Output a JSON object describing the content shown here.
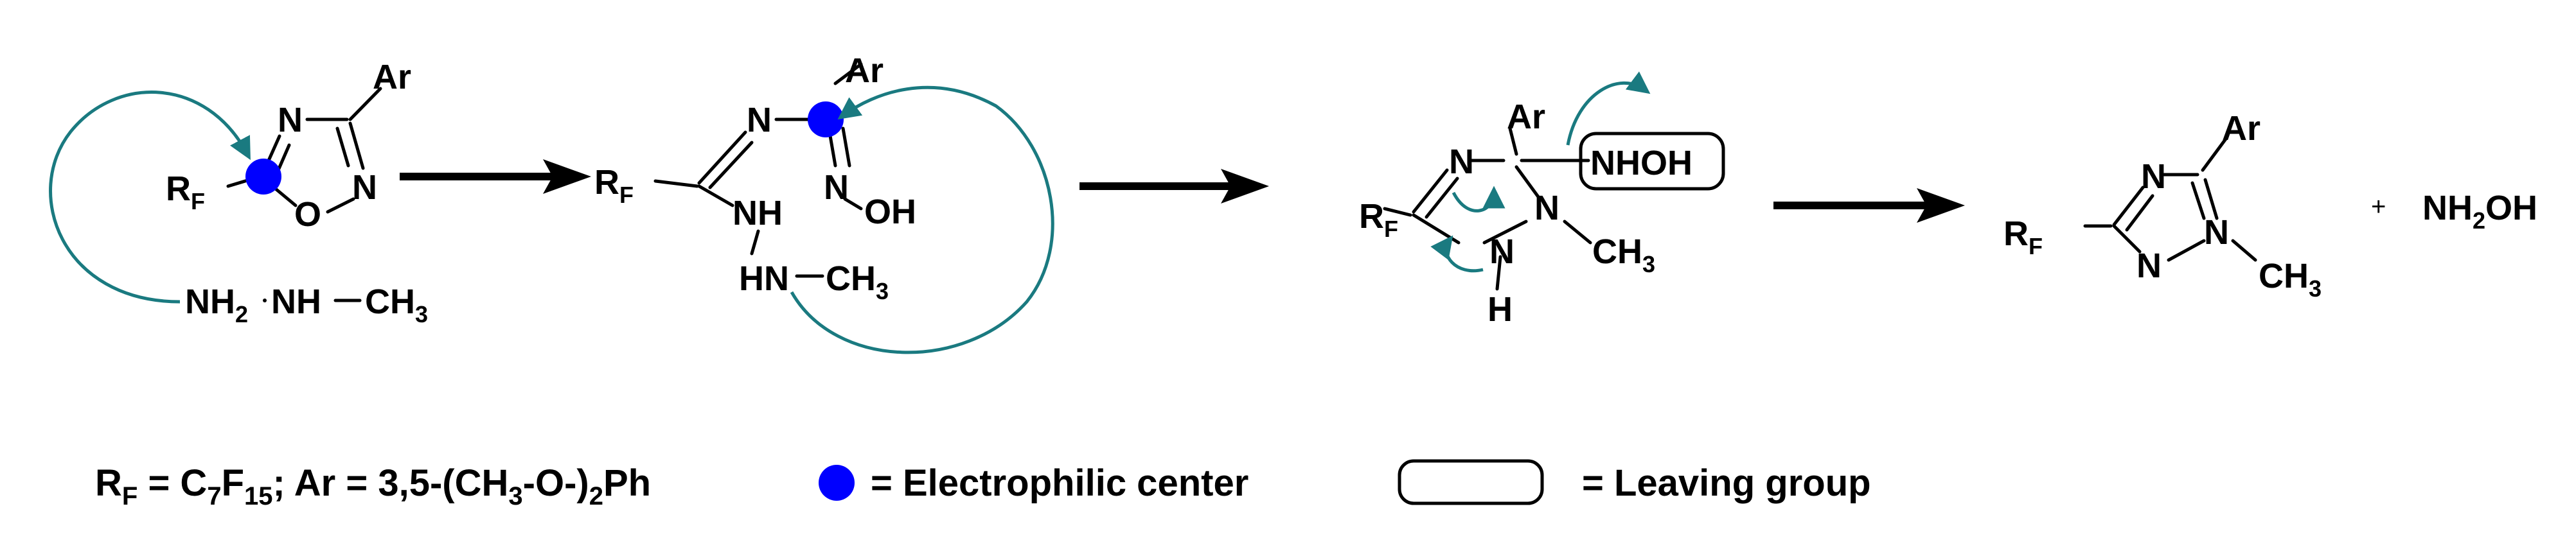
{
  "colors": {
    "electrophilic_center": "#0000ff",
    "curved_arrow": "#1a7a80",
    "text": "#000000"
  },
  "molecules": {
    "oxadiazole": {
      "ar": "Ar",
      "n_top": "N",
      "n_right": "N",
      "o_ring": "O",
      "rf": "R",
      "rf_sub": "F",
      "reagent_nh2": "NH",
      "reagent_nh2_sub": "2",
      "reagent_nh": "NH",
      "reagent_ch": "CH",
      "reagent_ch_sub": "3"
    },
    "adduct": {
      "ar": "Ar",
      "n_top": "N",
      "n_right": "N",
      "oh": "OH",
      "nh": "NH",
      "hn": "HN",
      "ch": "CH",
      "ch_sub": "3",
      "rf": "R",
      "rf_sub": "F"
    },
    "intermediate": {
      "ar": "Ar",
      "n_top": "N",
      "nhoh": "NHOH",
      "rf": "R",
      "rf_sub": "F",
      "n_bottom": "N",
      "h": "H",
      "n_right": "N",
      "ch": "CH",
      "ch_sub": "3"
    },
    "triazole": {
      "ar": "Ar",
      "n_top": "N",
      "rf": "R",
      "rf_sub": "F",
      "n_bottom": "N",
      "n_right": "N",
      "ch": "CH",
      "ch_sub": "3",
      "plus": "+",
      "byproduct": "NH",
      "byproduct_sub": "2",
      "byproduct_tail": "OH"
    }
  },
  "legend": {
    "rf_r": "R",
    "rf_sub": "F",
    "eq1": " = C",
    "c_sub": "7",
    "f": "F",
    "f_sub": "15",
    "ar_def": "; Ar = 3,5-(CH",
    "ch3_sub": "3",
    "ar_def_end": "-O-)",
    "ph_sub": "2",
    "ph": "Ph",
    "electrophilic_label": "= Electrophilic center",
    "leaving_label": "= Leaving group"
  }
}
